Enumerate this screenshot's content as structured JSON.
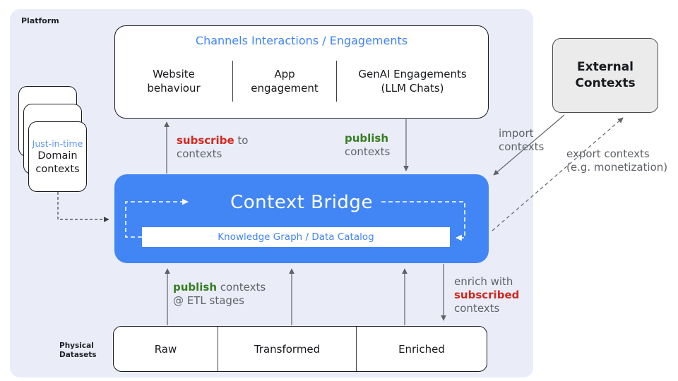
{
  "platform": {
    "label": "Platform"
  },
  "channels": {
    "title": "Channels Interactions / Engagements",
    "items": [
      {
        "line1": "Website",
        "line2": "behaviour"
      },
      {
        "line1": "App",
        "line2": "engagement"
      },
      {
        "line1": "GenAI Engagements",
        "line2": "(LLM Chats)"
      }
    ]
  },
  "domain_cards": {
    "tag": "Just-in-time",
    "line1": "Domain",
    "line2": "contexts"
  },
  "bridge": {
    "title": "Context Bridge",
    "subtitle": "Knowledge Graph / Data Catalog"
  },
  "external": {
    "line1": "External",
    "line2": "Contexts"
  },
  "datasets": {
    "label_line1": "Physical",
    "label_line2": "Datasets",
    "stages": [
      "Raw",
      "Transformed",
      "Enriched"
    ]
  },
  "labels": {
    "subscribe": {
      "em": "subscribe",
      "rest": " to",
      "line2": "contexts"
    },
    "publish": {
      "em": "publish",
      "line2": "contexts"
    },
    "import": {
      "line1": "import",
      "line2": "contexts"
    },
    "export": {
      "line1": "export contexts",
      "line2": "(e.g. monetization)"
    },
    "publish_etl": {
      "em": "publish",
      "rest": " contexts",
      "line2": "@ ETL stages"
    },
    "enrich": {
      "line1": "enrich with",
      "em": "subscribed",
      "line3": "contexts"
    }
  },
  "colors": {
    "accent_blue": "#4285F4",
    "publish_green": "#377D22",
    "subscribe_red": "#D2281E",
    "label_gray": "#5F6368",
    "platform_bg": "#EAEDF8",
    "external_bg": "#EBEBEB"
  }
}
